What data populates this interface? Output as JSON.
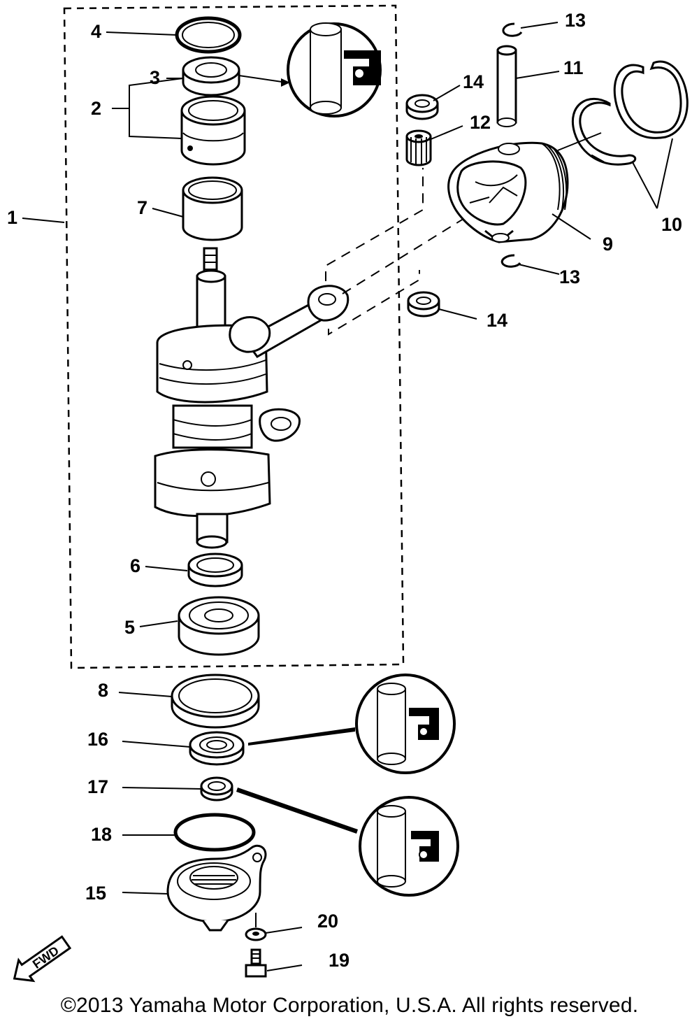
{
  "labels": {
    "p1": "1",
    "p2": "2",
    "p3": "3",
    "p4": "4",
    "p5": "5",
    "p6": "6",
    "p7": "7",
    "p8": "8",
    "p9": "9",
    "p10": "10",
    "p11": "11",
    "p12": "12",
    "p13a": "13",
    "p13b": "13",
    "p14a": "14",
    "p14b": "14",
    "p15": "15",
    "p16": "16",
    "p17": "17",
    "p18": "18",
    "p19": "19",
    "p20": "20"
  },
  "fwd": "FWD",
  "copyright": "©2013 Yamaha Motor Corporation, U.S.A. All rights reserved."
}
